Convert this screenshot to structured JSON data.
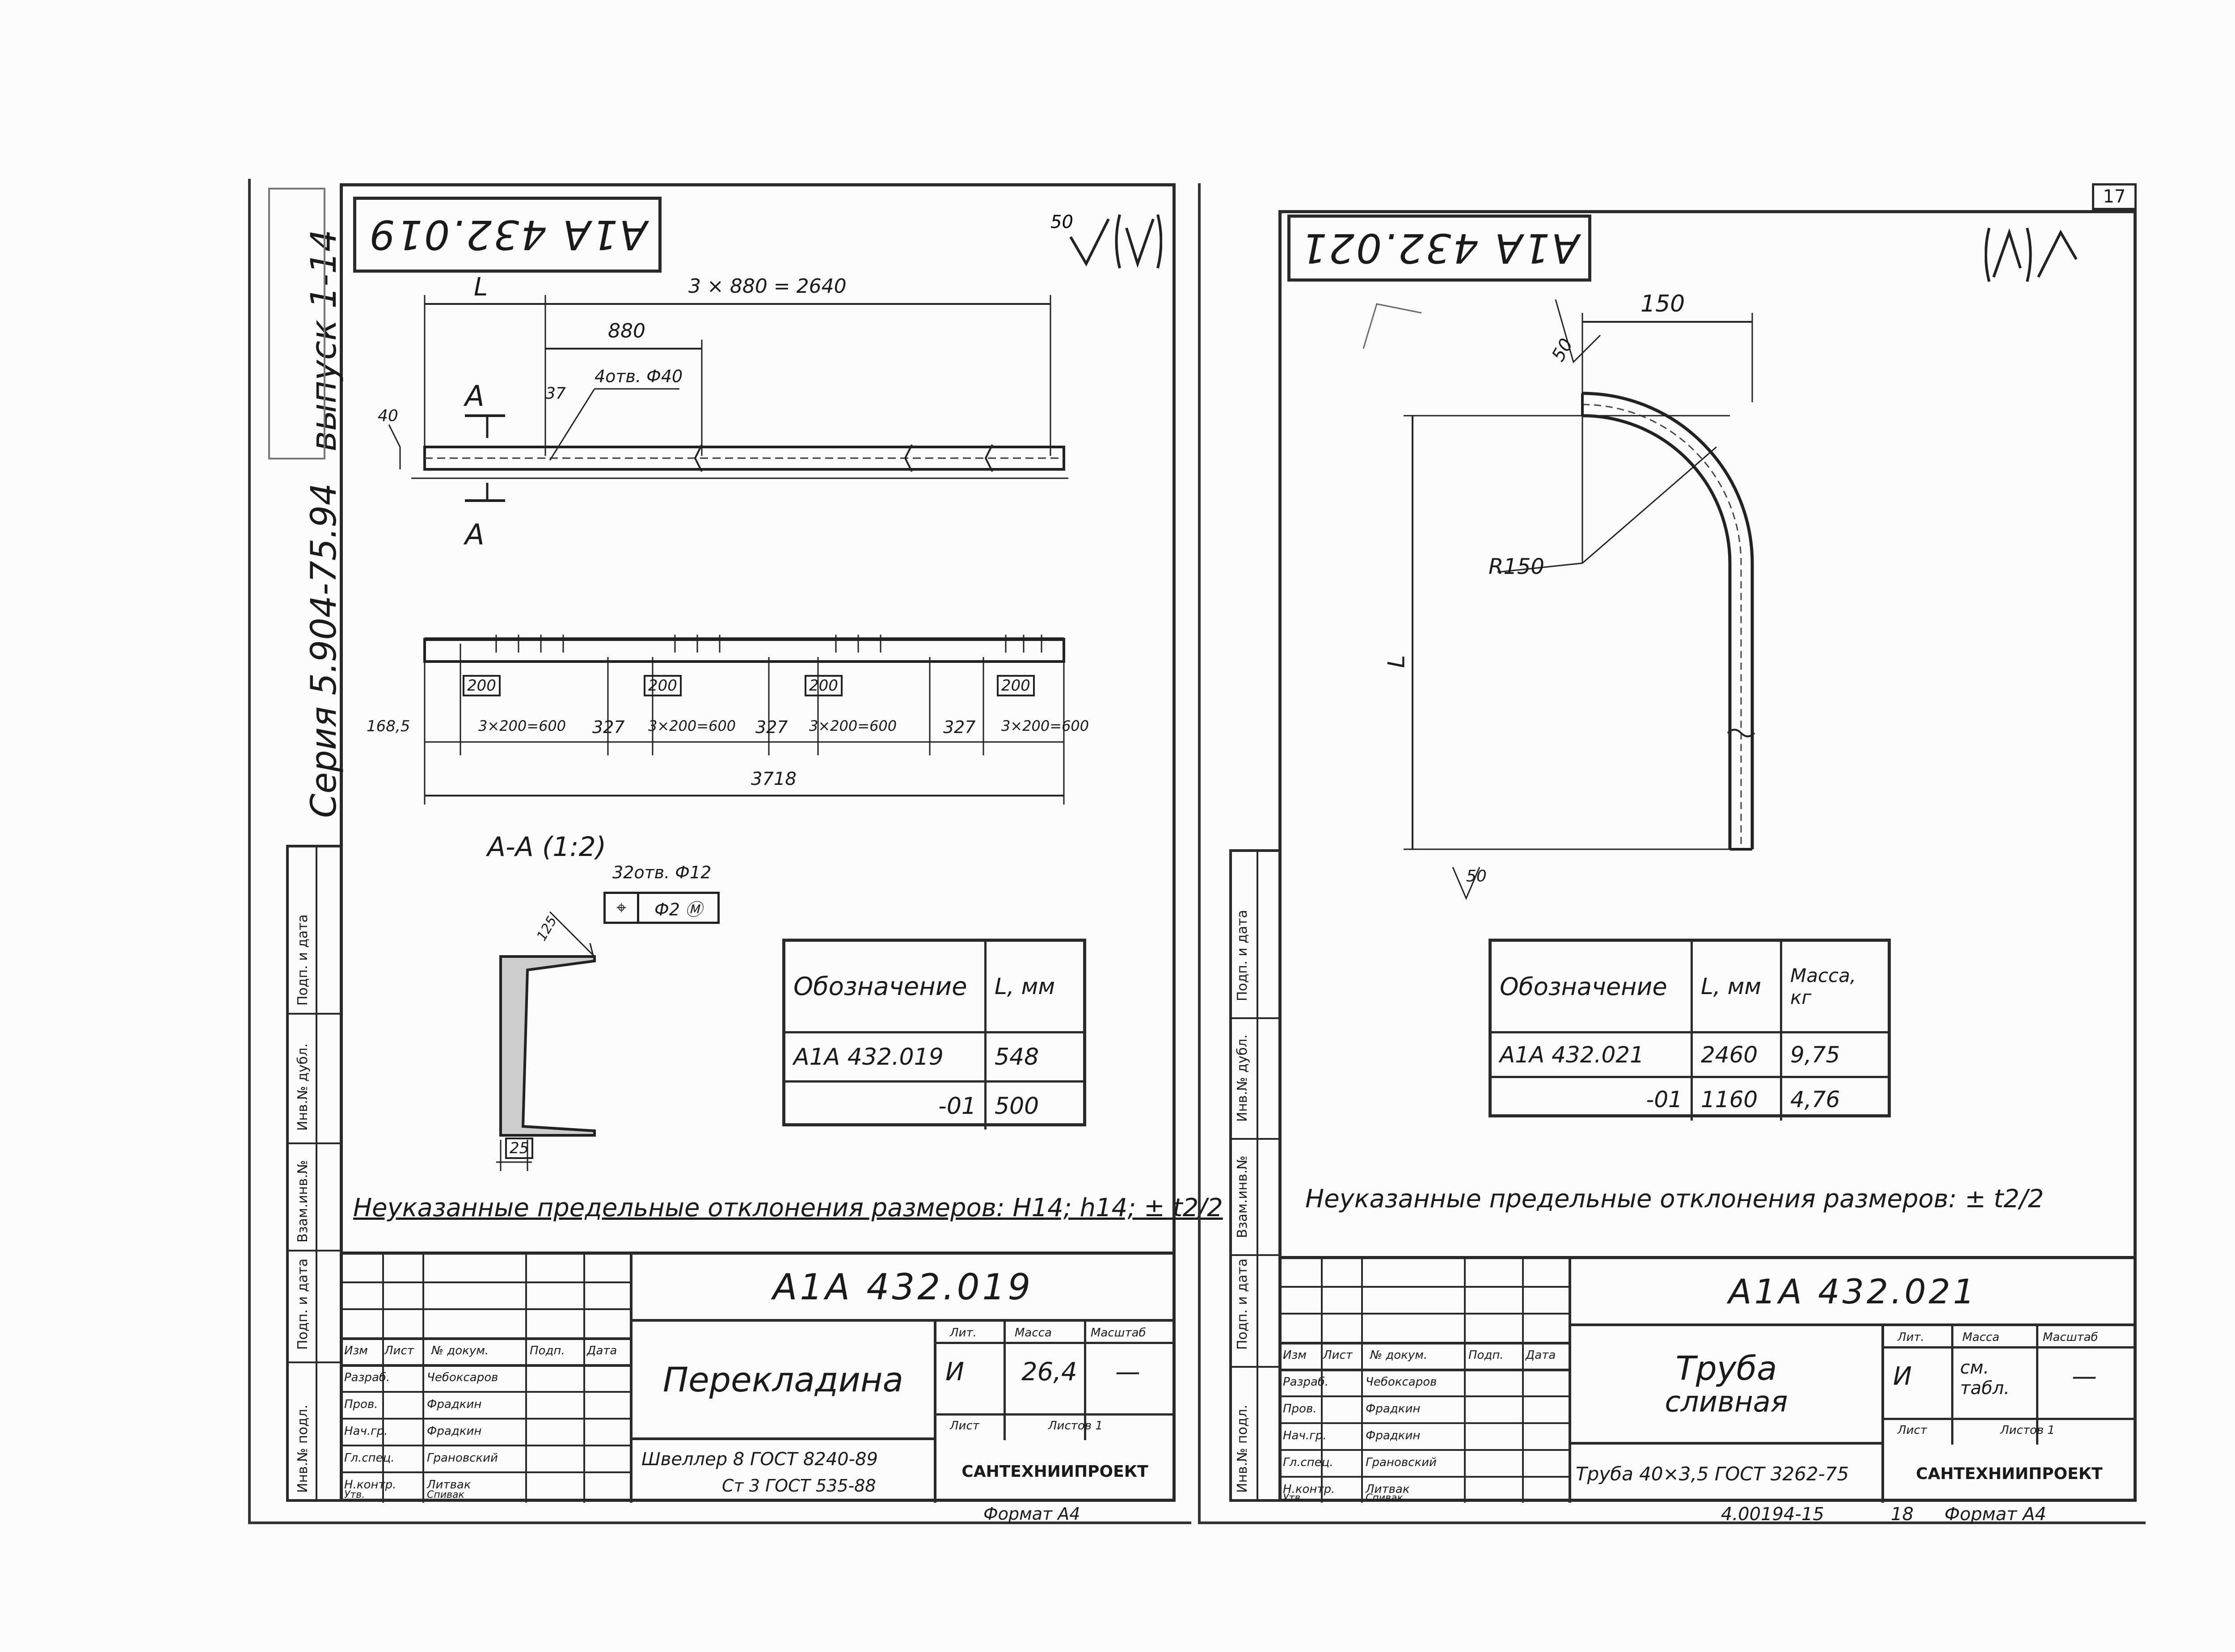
{
  "series_label": "Серия 5.904-75.94",
  "issue_label": "выпуск 1-14",
  "page_number": "17",
  "left_sheet": {
    "code_rotated": "А1А 432.019",
    "roughness": "50",
    "dim_total_top": "3 × 880 = 2640",
    "dim_l": "L",
    "dim_880": "880",
    "dim_holes": "4отв. Ф40",
    "dim_37": "37",
    "dim_40": "40",
    "section_mark": "А",
    "dims_bottom": [
      "168,5",
      "3×200=600",
      "327",
      "3×200=600",
      "327",
      "3×200=600",
      "327",
      "3×200=600"
    ],
    "boxed_200": [
      "200",
      "200",
      "200",
      "200"
    ],
    "dim_3718": "3718",
    "section_title": "А-А (1:2)",
    "section_holes": "32отв. Ф12",
    "tolerance_symbol": "⌖",
    "tolerance_value": "Ф2 Ⓜ",
    "dim_125": "125",
    "dim_25": "25",
    "table": {
      "headers": [
        "Обозначение",
        "L, мм"
      ],
      "rows": [
        [
          "А1А 432.019",
          "548"
        ],
        [
          "-01",
          "500"
        ]
      ]
    },
    "note": "Неуказанные предельные отклонения размеров: H14; h14; ± t2/2",
    "stamp": {
      "designation": "А1А 432.019",
      "name": "Перекладина",
      "material_line1": "Швеллер 8 ГОСТ 8240-89",
      "material_line2": "Ст 3 ГОСТ 535-88",
      "lit_label": "Лит.",
      "mass_label": "Масса",
      "scale_label": "Масштаб",
      "lit_value": "И",
      "mass_value": "26,4",
      "scale_value": "—",
      "sheet_label": "Лист",
      "sheets_label": "Листов 1",
      "org": "САНТЕХНИИПРОЕКТ",
      "header_cols": [
        "Изм",
        "Лист",
        "№ докум.",
        "Подп.",
        "Дата"
      ],
      "roles": [
        "Разраб.",
        "Пров.",
        "Нач.гр.",
        "Гл.спец.",
        "Н.контр.",
        "Утв."
      ],
      "names": [
        "Чебоксаров",
        "Фрадкин",
        "Фрадкин",
        "Грановский",
        "Литвак",
        "Спивак"
      ]
    },
    "side_labels": [
      "Подп. и дата",
      "Инв.№ дубл.",
      "Взам.инв.№",
      "Подп. и дата",
      "Инв.№ подл."
    ],
    "format": "Формат А4"
  },
  "right_sheet": {
    "code_rotated": "А1А 432.021",
    "dim_150": "150",
    "dim_r150": "R150",
    "dim_l": "L",
    "roughness_50": "50",
    "table": {
      "headers": [
        "Обозначение",
        "L, мм",
        "Масса, кг"
      ],
      "rows": [
        [
          "А1А 432.021",
          "2460",
          "9,75"
        ],
        [
          "-01",
          "1160",
          "4,76"
        ]
      ]
    },
    "note": "Неуказанные предельные отклонения размеров: ± t2/2",
    "stamp": {
      "designation": "А1А 432.021",
      "name_line1": "Труба",
      "name_line2": "сливная",
      "material": "Труба 40×3,5 ГОСТ 3262-75",
      "lit_label": "Лит.",
      "mass_label": "Масса",
      "scale_label": "Масштаб",
      "lit_value": "И",
      "mass_value": "см. табл.",
      "scale_value": "—",
      "sheet_label": "Лист",
      "sheets_label": "Листов 1",
      "org": "САНТЕХНИИПРОЕКТ",
      "header_cols": [
        "Изм",
        "Лист",
        "№ докум.",
        "Подп.",
        "Дата"
      ],
      "roles": [
        "Разраб.",
        "Пров.",
        "Нач.гр.",
        "Гл.спец.",
        "Н.контр.",
        "Утв."
      ],
      "names": [
        "Чебоксаров",
        "Фрадкин",
        "Фрадкин",
        "Грановский",
        "Литвак",
        "Спивак"
      ]
    },
    "side_labels": [
      "Подп. и дата",
      "Инв.№ дубл.",
      "Взам.инв.№",
      "Подп. и дата",
      "Инв.№ подл."
    ],
    "footer_code": "4.00194-15",
    "footer_page": "18",
    "format": "Формат А4"
  }
}
